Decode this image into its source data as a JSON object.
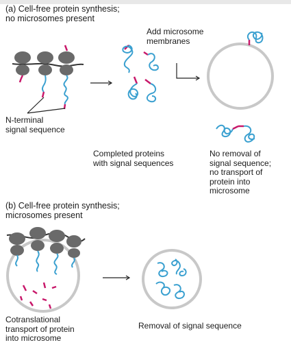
{
  "panel_a": {
    "title": "(a) Cell-free protein synthesis;\nno microsomes present",
    "add_microsome_label": "Add microsome\nmembranes",
    "signal_sequence_label": "N-terminal\nsignal sequence",
    "completed_proteins_label": "Completed proteins\nwith signal sequences",
    "no_removal_label": "No removal of\nsignal sequence;\nno transport of\nprotein into\nmicrosome"
  },
  "panel_b": {
    "title": "(b) Cell-free protein synthesis;\nmicrosomes present",
    "cotranslational_label": "Cotranslational\ntransport of protein\ninto microsome",
    "removal_label": "Removal of signal sequence"
  },
  "colors": {
    "ribosome": "#6a6a6a",
    "protein_chain": "#3aa0d0",
    "signal_sequence": "#c8186a",
    "microsome_membrane": "#c8c8c8",
    "mrna": "#333333"
  }
}
